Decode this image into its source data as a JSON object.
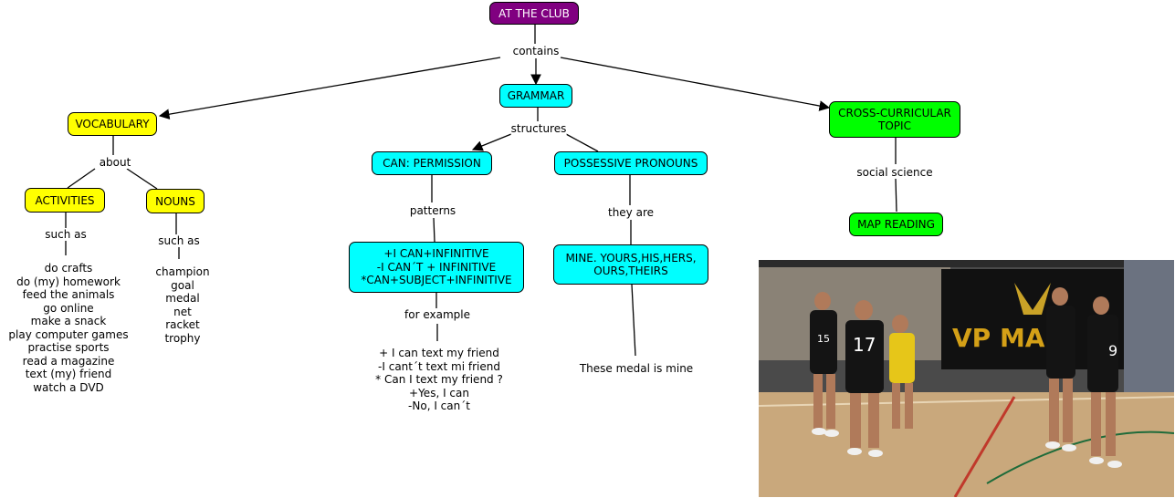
{
  "colors": {
    "root": "#800080",
    "grammar": "#00ffff",
    "vocabulary": "#ffff00",
    "cross_curricular": "#00ff00"
  },
  "nodes": {
    "root": "AT THE CLUB",
    "grammar": "GRAMMAR",
    "vocabulary": "VOCABULARY",
    "cross_curricular": [
      "CROSS-CURRICULAR",
      "TOPIC"
    ],
    "can_permission": "CAN: PERMISSION",
    "possessive_pronouns": "POSSESSIVE PRONOUNS",
    "activities": "ACTIVITIES",
    "nouns": "NOUNS",
    "map_reading": "MAP READING",
    "can_patterns": [
      "+I CAN+INFINITIVE",
      "-I CAN´T + INFINITIVE",
      "*CAN+SUBJECT+INFINITIVE"
    ],
    "pronouns_list": [
      "MINE. YOURS,HIS,HERS,",
      "OURS,THEIRS"
    ]
  },
  "links": {
    "contains": "contains",
    "structures": "structures",
    "about": "about",
    "activities_such_as": "such as",
    "nouns_such_as": "such as",
    "patterns": "patterns",
    "they_are": "they are",
    "for_example": "for example",
    "social_science": "social science"
  },
  "activities_list": [
    "do crafts",
    "do (my) homework",
    "feed the animals",
    "go online",
    "make a snack",
    "play computer games",
    "practise sports",
    "read a magazine",
    "text (my) friend",
    "watch a DVD"
  ],
  "nouns_list": [
    "champion",
    "goal",
    "medal",
    "net",
    "racket",
    "trophy"
  ],
  "examples_list": [
    "+ I can text my friend",
    "-I cant´t text mi friend",
    "* Can I text my friend ?",
    "+Yes, I can",
    "-No, I can´t"
  ],
  "pronoun_example": "These medal is mine",
  "photo": {
    "banner_text": "VP MA",
    "jersey_numbers": [
      "15",
      "17",
      "9"
    ]
  }
}
